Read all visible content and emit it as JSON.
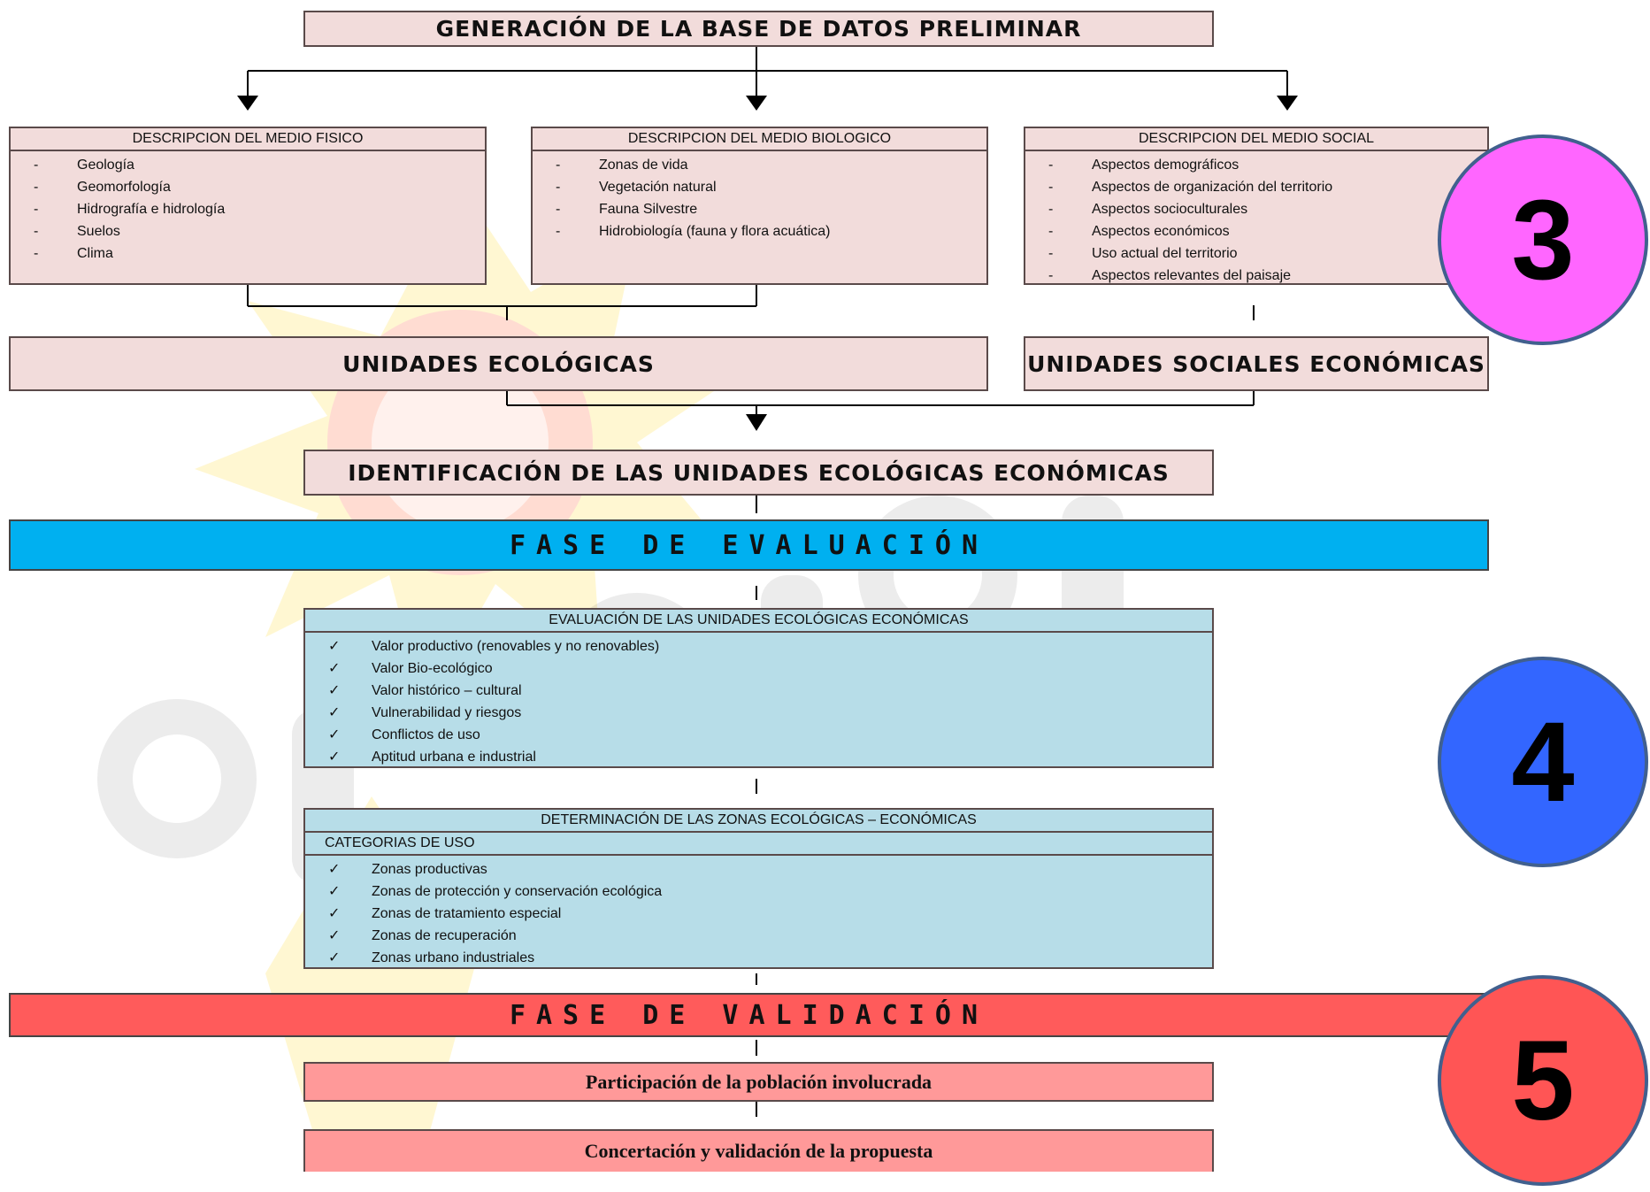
{
  "top_title": "GENERACIÓN DE LA BASE DE DATOS PRELIMINAR",
  "fisico": {
    "header": "DESCRIPCION  DEL MEDIO FISICO",
    "items": [
      {
        "marker": "-",
        "text": "Geología"
      },
      {
        "marker": "-",
        "text": "Geomorfología"
      },
      {
        "marker": "-",
        "text": "Hidrografía e hidrología"
      },
      {
        "marker": "-",
        "text": "Suelos"
      },
      {
        "marker": "-",
        "text": "Clima"
      }
    ]
  },
  "biologico": {
    "header": "DESCRIPCION  DEL MEDIO  BIOLOGICO",
    "items": [
      {
        "marker": "-",
        "text": "Zonas de vida"
      },
      {
        "marker": "-",
        "text": "Vegetación natural"
      },
      {
        "marker": "-",
        "text": "Fauna Silvestre"
      },
      {
        "marker": "-",
        "text": "Hidrobiología (fauna y flora acuática)"
      }
    ]
  },
  "social": {
    "header": "DESCRIPCION  DEL MEDIO  SOCIAL",
    "items": [
      {
        "marker": "-",
        "text": "Aspectos demográficos"
      },
      {
        "marker": "-",
        "text": "Aspectos de organización del territorio"
      },
      {
        "marker": "-",
        "text": "Aspectos socioculturales"
      },
      {
        "marker": "-",
        "text": "Aspectos económicos"
      },
      {
        "marker": "-",
        "text": "Uso actual del territorio"
      },
      {
        "marker": "-",
        "text": "Aspectos relevantes del paisaje"
      }
    ]
  },
  "unidades_ecologicas": "UNIDADES ECOLÓGICAS",
  "unidades_sociales": "UNIDADES SOCIALES ECONÓMICAS",
  "identificacion": "IDENTIFICACIÓN DE LAS UNIDADES ECOLÓGICAS ECONÓMICAS",
  "fase_evaluacion": "FASE  DE  EVALUACIÓN",
  "evaluacion": {
    "header": "EVALUACIÓN  DE LAS UNIDADES  ECOLÓGICAS  ECONÓMICAS",
    "items": [
      {
        "marker": "✓",
        "text": "Valor productivo (renovables y no renovables)"
      },
      {
        "marker": "✓",
        "text": "Valor Bio-ecológico"
      },
      {
        "marker": "✓",
        "text": "Valor histórico – cultural"
      },
      {
        "marker": "✓",
        "text": "Vulnerabilidad y riesgos"
      },
      {
        "marker": "✓",
        "text": "Conflictos de uso"
      },
      {
        "marker": "✓",
        "text": "Aptitud urbana e industrial"
      }
    ]
  },
  "determinacion": {
    "header": "DETERMINACIÓN  DE LAS ZONAS ECOLÓGICAS  –  ECONÓMICAS",
    "subheader": "CATEGORIAS  DE USO",
    "items": [
      {
        "marker": "✓",
        "text": "Zonas productivas"
      },
      {
        "marker": "✓",
        "text": "Zonas de protección y conservación ecológica"
      },
      {
        "marker": "✓",
        "text": "Zonas de tratamiento especial"
      },
      {
        "marker": "✓",
        "text": "Zonas de recuperación"
      },
      {
        "marker": "✓",
        "text": "Zonas urbano industriales"
      }
    ]
  },
  "fase_validacion": "FASE  DE  VALIDACIÓN",
  "participacion": "Participación de la población involucrada",
  "concertacion": "Concertación y validación de la propuesta",
  "badges": {
    "b3": "3",
    "b4": "4",
    "b5": "5"
  },
  "colors": {
    "pink_box": "#f2dcdb",
    "evaluation_blue": "#00b0f0",
    "light_blue_box": "#b7dde8",
    "validation_red": "#ff5b5b",
    "salmon_box": "#ff9999",
    "badge3": "#ff66ff",
    "badge4": "#3366ff",
    "badge5": "#ff5555"
  }
}
